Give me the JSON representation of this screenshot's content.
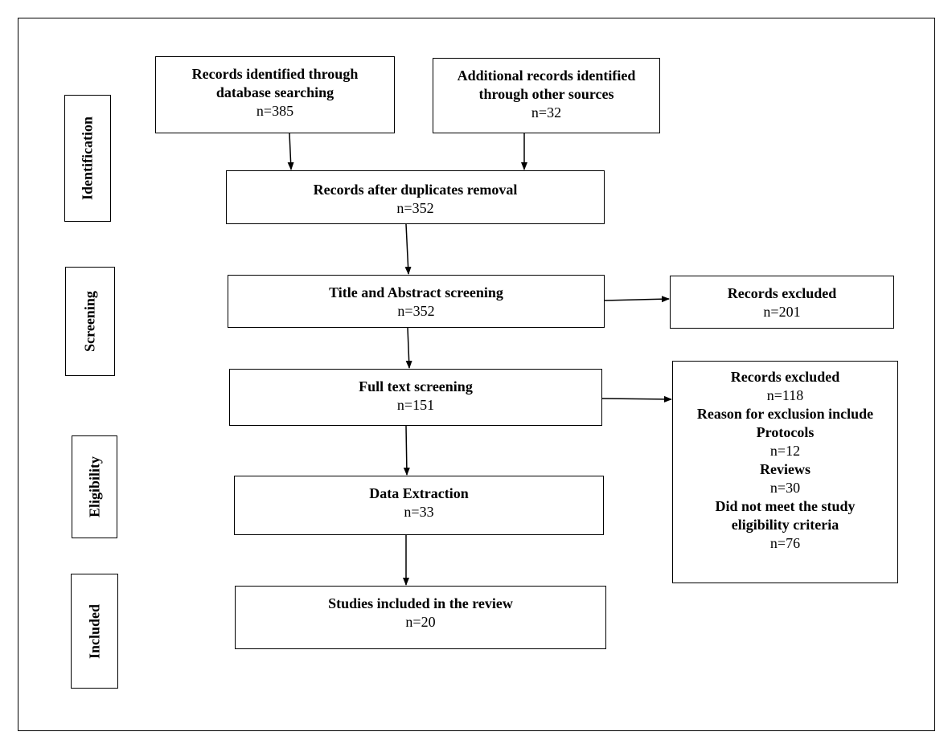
{
  "stages": {
    "identification": "Identification",
    "screening": "Screening",
    "eligibility": "Eligibility",
    "included": "Included"
  },
  "boxes": {
    "database": {
      "title_l1": "Records identified through",
      "title_l2": "database searching",
      "count": "n=385"
    },
    "other": {
      "title_l1": "Additional records identified",
      "title_l2": "through other sources",
      "count": "n=32"
    },
    "dedup": {
      "title": "Records after duplicates removal",
      "count": "n=352"
    },
    "title_abstract": {
      "title": "Title and Abstract screening",
      "count": "n=352"
    },
    "excluded1": {
      "title": "Records excluded",
      "count": "n=201"
    },
    "fulltext": {
      "title": "Full text screening",
      "count": "n=151"
    },
    "excluded2": {
      "title": "Records excluded",
      "count": "n=118",
      "reason": "Reason for exclusion include",
      "protocols": "Protocols",
      "protocols_n": "n=12",
      "reviews": "Reviews",
      "reviews_n": "n=30",
      "criteria_l1": "Did not meet the study",
      "criteria_l2": "eligibility criteria",
      "criteria_n": "n=76"
    },
    "extraction": {
      "title": "Data Extraction",
      "count": "n=33"
    },
    "included": {
      "title": "Studies included in the review",
      "count": "n=20"
    }
  }
}
